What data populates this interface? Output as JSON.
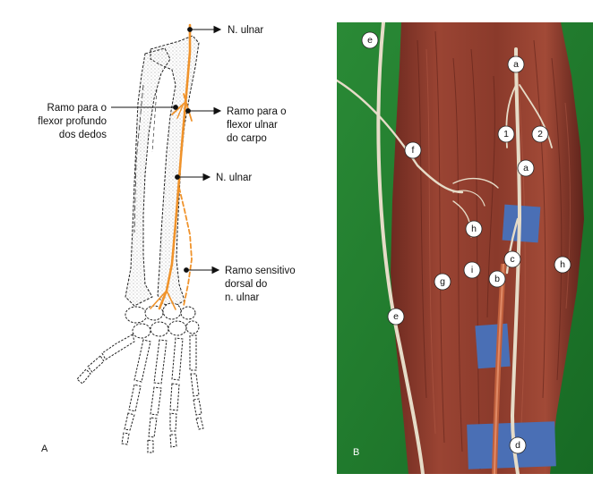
{
  "panel_a": {
    "letter": "A",
    "labels": {
      "n_ulnar_top": "N. ulnar",
      "ramo_flexor_profundo": [
        "Ramo para o",
        "flexor profundo",
        "dos dedos"
      ],
      "ramo_flexor_ulnar": [
        "Ramo para o",
        "flexor ulnar",
        "do carpo"
      ],
      "n_ulnar_mid": "N. ulnar",
      "ramo_sensitivo": [
        "Ramo sensitivo",
        "dorsal do",
        "n. ulnar"
      ]
    },
    "colors": {
      "nerve": "#f0932b",
      "bone_line": "#222222",
      "stipple": "#777777"
    }
  },
  "panel_b": {
    "letter": "B",
    "markers": [
      {
        "id": "e1",
        "text": "e"
      },
      {
        "id": "a1",
        "text": "a"
      },
      {
        "id": "n1",
        "text": "1"
      },
      {
        "id": "n2",
        "text": "2"
      },
      {
        "id": "a2",
        "text": "a"
      },
      {
        "id": "f",
        "text": "f"
      },
      {
        "id": "h1",
        "text": "h"
      },
      {
        "id": "c",
        "text": "c"
      },
      {
        "id": "h2",
        "text": "h"
      },
      {
        "id": "i",
        "text": "i"
      },
      {
        "id": "g",
        "text": "g"
      },
      {
        "id": "b",
        "text": "b"
      },
      {
        "id": "e2",
        "text": "e"
      },
      {
        "id": "d",
        "text": "d"
      }
    ],
    "colors": {
      "background": "#1e7a2c",
      "muscle": "#8e3b2c",
      "nerve": "#e6dcc8",
      "artery": "#c0603d",
      "pad": "#4a6fb5"
    }
  }
}
